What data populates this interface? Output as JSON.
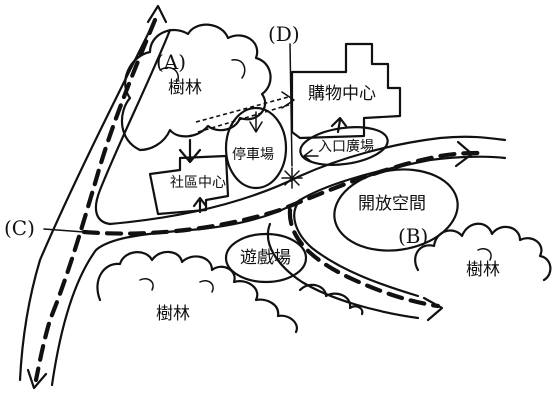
{
  "markers": {
    "a": "(A)",
    "b": "(B)",
    "c": "(C)",
    "d": "(D)"
  },
  "places": {
    "forest_top": "樹林",
    "forest_bottom": "樹林",
    "forest_right": "樹林",
    "shopping_center": "購物中心",
    "community_center": "社區中心",
    "parking_lot": "停車場",
    "entrance_plaza": "入口廣場",
    "open_space": "開放空間",
    "playground": "遊戲場"
  }
}
